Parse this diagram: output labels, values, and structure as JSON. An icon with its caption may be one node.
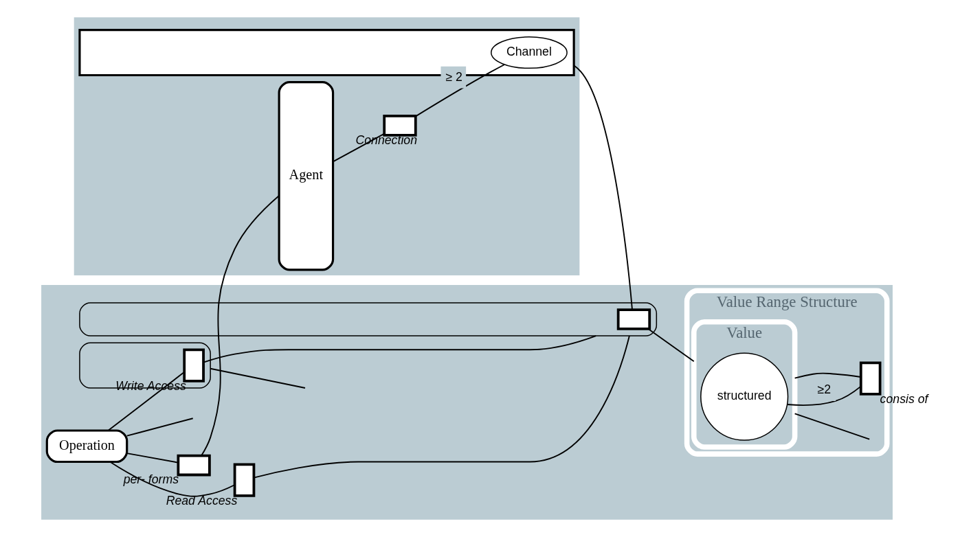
{
  "diagram": {
    "nodes": [
      {
        "text": [],
        "shape": "box"
      },
      {
        "text": [
          "Agent"
        ],
        "in": 0
      },
      {
        "text": [],
        "shape": "box",
        "in": 0
      },
      {
        "text": [
          "Channel"
        ],
        "in": 2
      },
      {
        "text": [],
        "shape": "box",
        "in": 0,
        "beside": [
          "Connection"
        ]
      },
      {
        "text": [],
        "shape": "box"
      },
      {
        "text": [
          "Operation"
        ],
        "in": 5
      },
      {
        "text": [],
        "shape": "box",
        "in": 5,
        "beside": [
          "per- forms"
        ]
      },
      {
        "text": [],
        "shape": "ellipse",
        "in": 5
      },
      {
        "text": [],
        "shape": "box",
        "in": 5,
        "beside": [
          "Read Access"
        ]
      },
      {
        "text": [],
        "shape": "box",
        "in": 8,
        "beside": [
          "Write Access"
        ]
      },
      {
        "text": [],
        "shape": "ellipse",
        "in": 5
      },
      {
        "text": [],
        "shape": "box",
        "in": 11
      },
      {
        "text": [
          "Value Range Structure"
        ],
        "in": 5
      },
      {
        "text": [
          "Value"
        ],
        "in": 13
      },
      {
        "text": [
          "structured"
        ],
        "in": 14
      },
      {
        "text": [],
        "shape": "box",
        "in": 13,
        "beside": [
          "consis of"
        ]
      }
    ],
    "edges": [
      {
        "from": 6,
        "to": 7,
        "arrow": "none"
      },
      {
        "from": 7,
        "to": 1,
        "arrow": "none"
      },
      {
        "from": 6,
        "to": null,
        "arrow": "none"
      },
      {
        "from": 6,
        "to": 9,
        "arrow": "none"
      },
      {
        "from": 6,
        "to": 10,
        "arrow": "none"
      },
      {
        "from": 8,
        "to": null,
        "arrow": "none"
      },
      {
        "from": 9,
        "to": 11,
        "arrow": "none"
      },
      {
        "from": 10,
        "to": 11,
        "arrow": "none"
      },
      {
        "from": 1,
        "to": 4,
        "arrow": "none"
      },
      {
        "from": 4,
        "to": 3,
        "arrow": "none",
        "label": "≥ 2"
      },
      {
        "from": 2,
        "to": 12,
        "arrow": "none"
      },
      {
        "from": 12,
        "to": 14,
        "arrow": "none"
      },
      {
        "from": 15,
        "to": 16,
        "arrow": "none",
        "label": "≥2"
      },
      {
        "from": 16,
        "to": 14,
        "arrow": "none"
      },
      {
        "from": 14,
        "to": null,
        "arrow": "none"
      }
    ]
  }
}
